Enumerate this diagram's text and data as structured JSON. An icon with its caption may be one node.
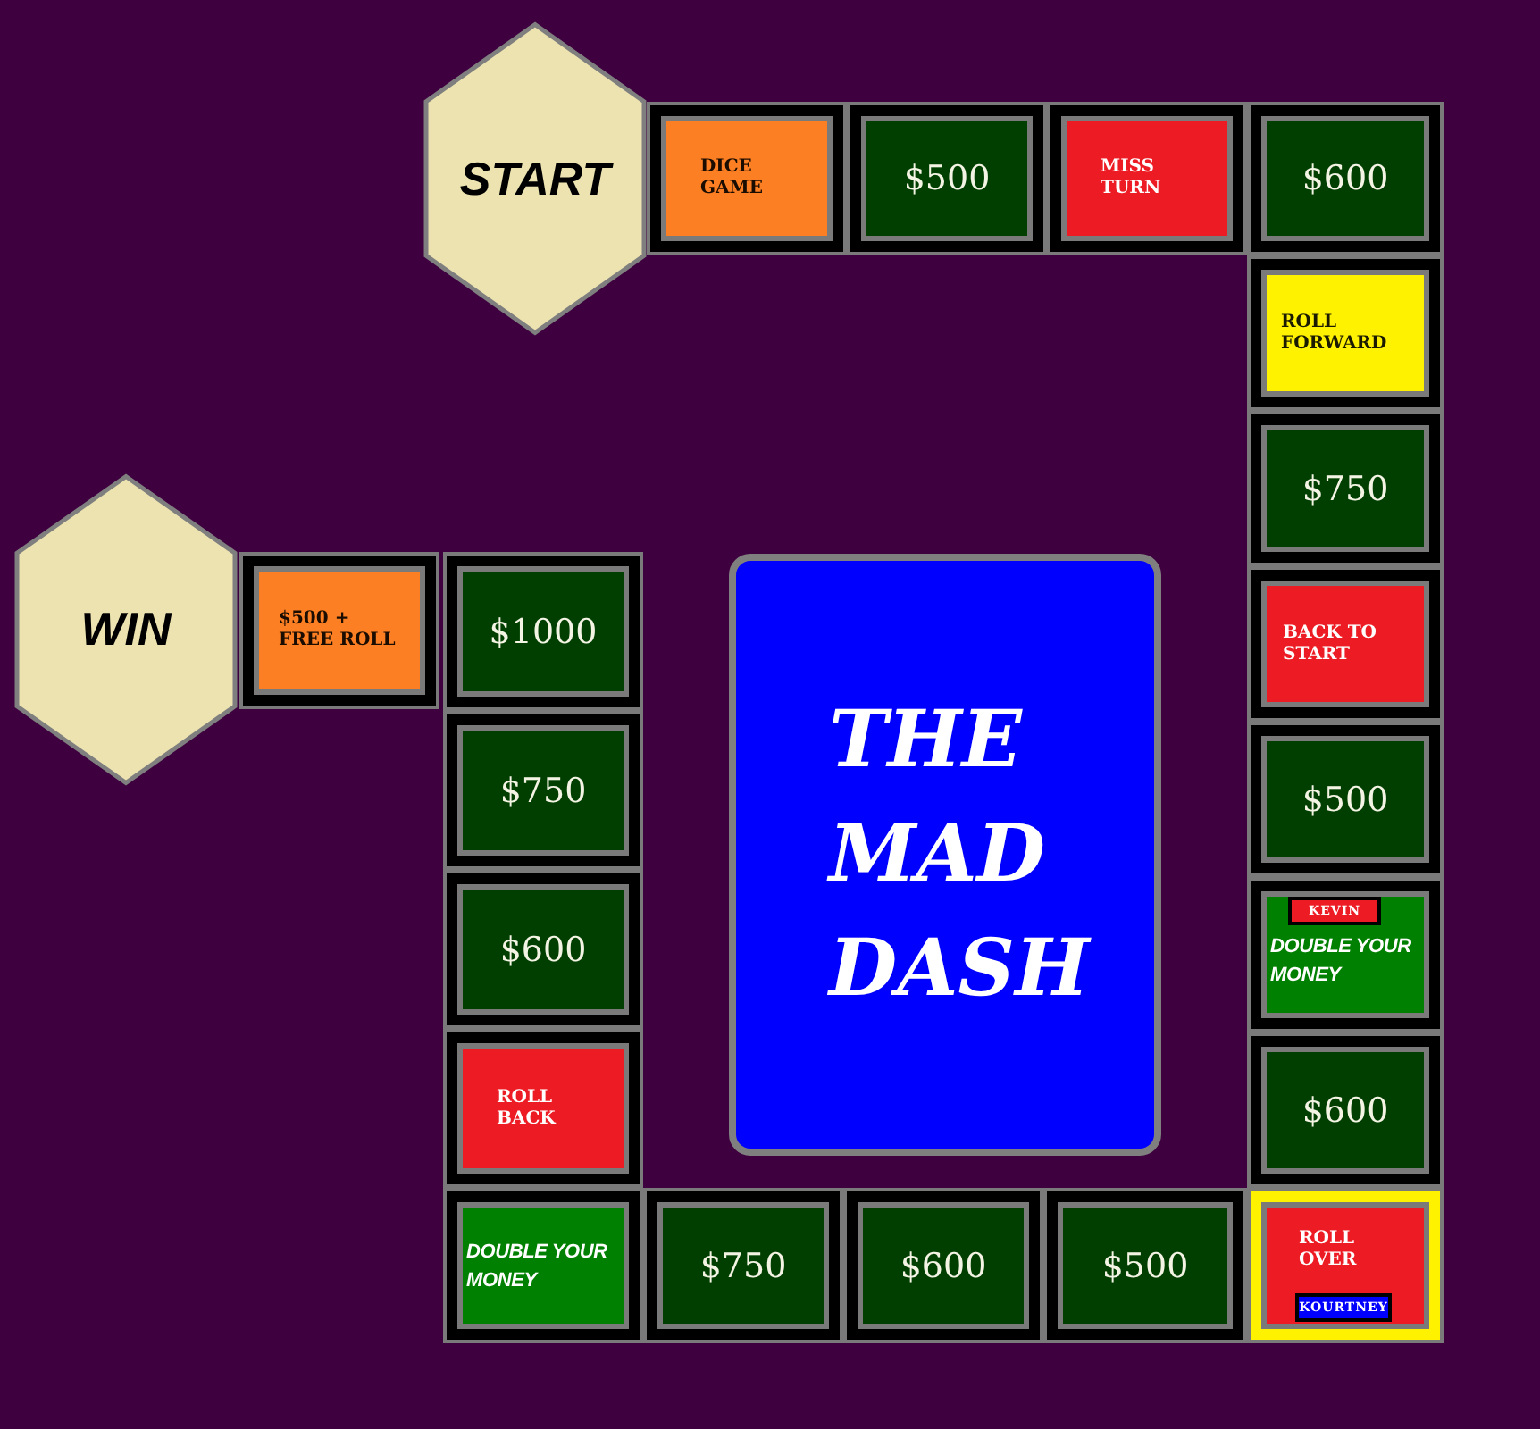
{
  "diagram": {
    "nodes": [
      {
        "text": [
          "START"
        ]
      },
      {
        "text": [
          "DICE GAME"
        ]
      },
      {
        "text": [
          "$500"
        ]
      },
      {
        "text": [
          "MISS TURN"
        ]
      },
      {
        "text": [
          "$600"
        ]
      },
      {
        "text": [
          "ROLL FORWARD"
        ]
      },
      {
        "text": [
          "$750"
        ]
      },
      {
        "text": [
          "BACK TO START"
        ]
      },
      {
        "text": [
          "$500"
        ]
      },
      {
        "text": [
          "DOUBLE YOUR MONEY"
        ]
      },
      {
        "text": [
          "KEVIN"
        ],
        "in": 9
      },
      {
        "text": [
          "$600"
        ]
      },
      {
        "text": [
          "ROLL OVER"
        ]
      },
      {
        "text": [
          "KOURTNEY"
        ],
        "in": 12
      },
      {
        "text": [
          "$500"
        ]
      },
      {
        "text": [
          "$600"
        ]
      },
      {
        "text": [
          "$750"
        ]
      },
      {
        "text": [
          "DOUBLE YOUR MONEY"
        ]
      },
      {
        "text": [
          "ROLL BACK"
        ]
      },
      {
        "text": [
          "$600"
        ]
      },
      {
        "text": [
          "$750"
        ]
      },
      {
        "text": [
          "$1000"
        ]
      },
      {
        "text": [
          "$500 + FREE ROLL"
        ]
      },
      {
        "text": [
          "WIN"
        ]
      },
      {
        "text": [
          "THE MAD DASH"
        ]
      }
    ]
  }
}
